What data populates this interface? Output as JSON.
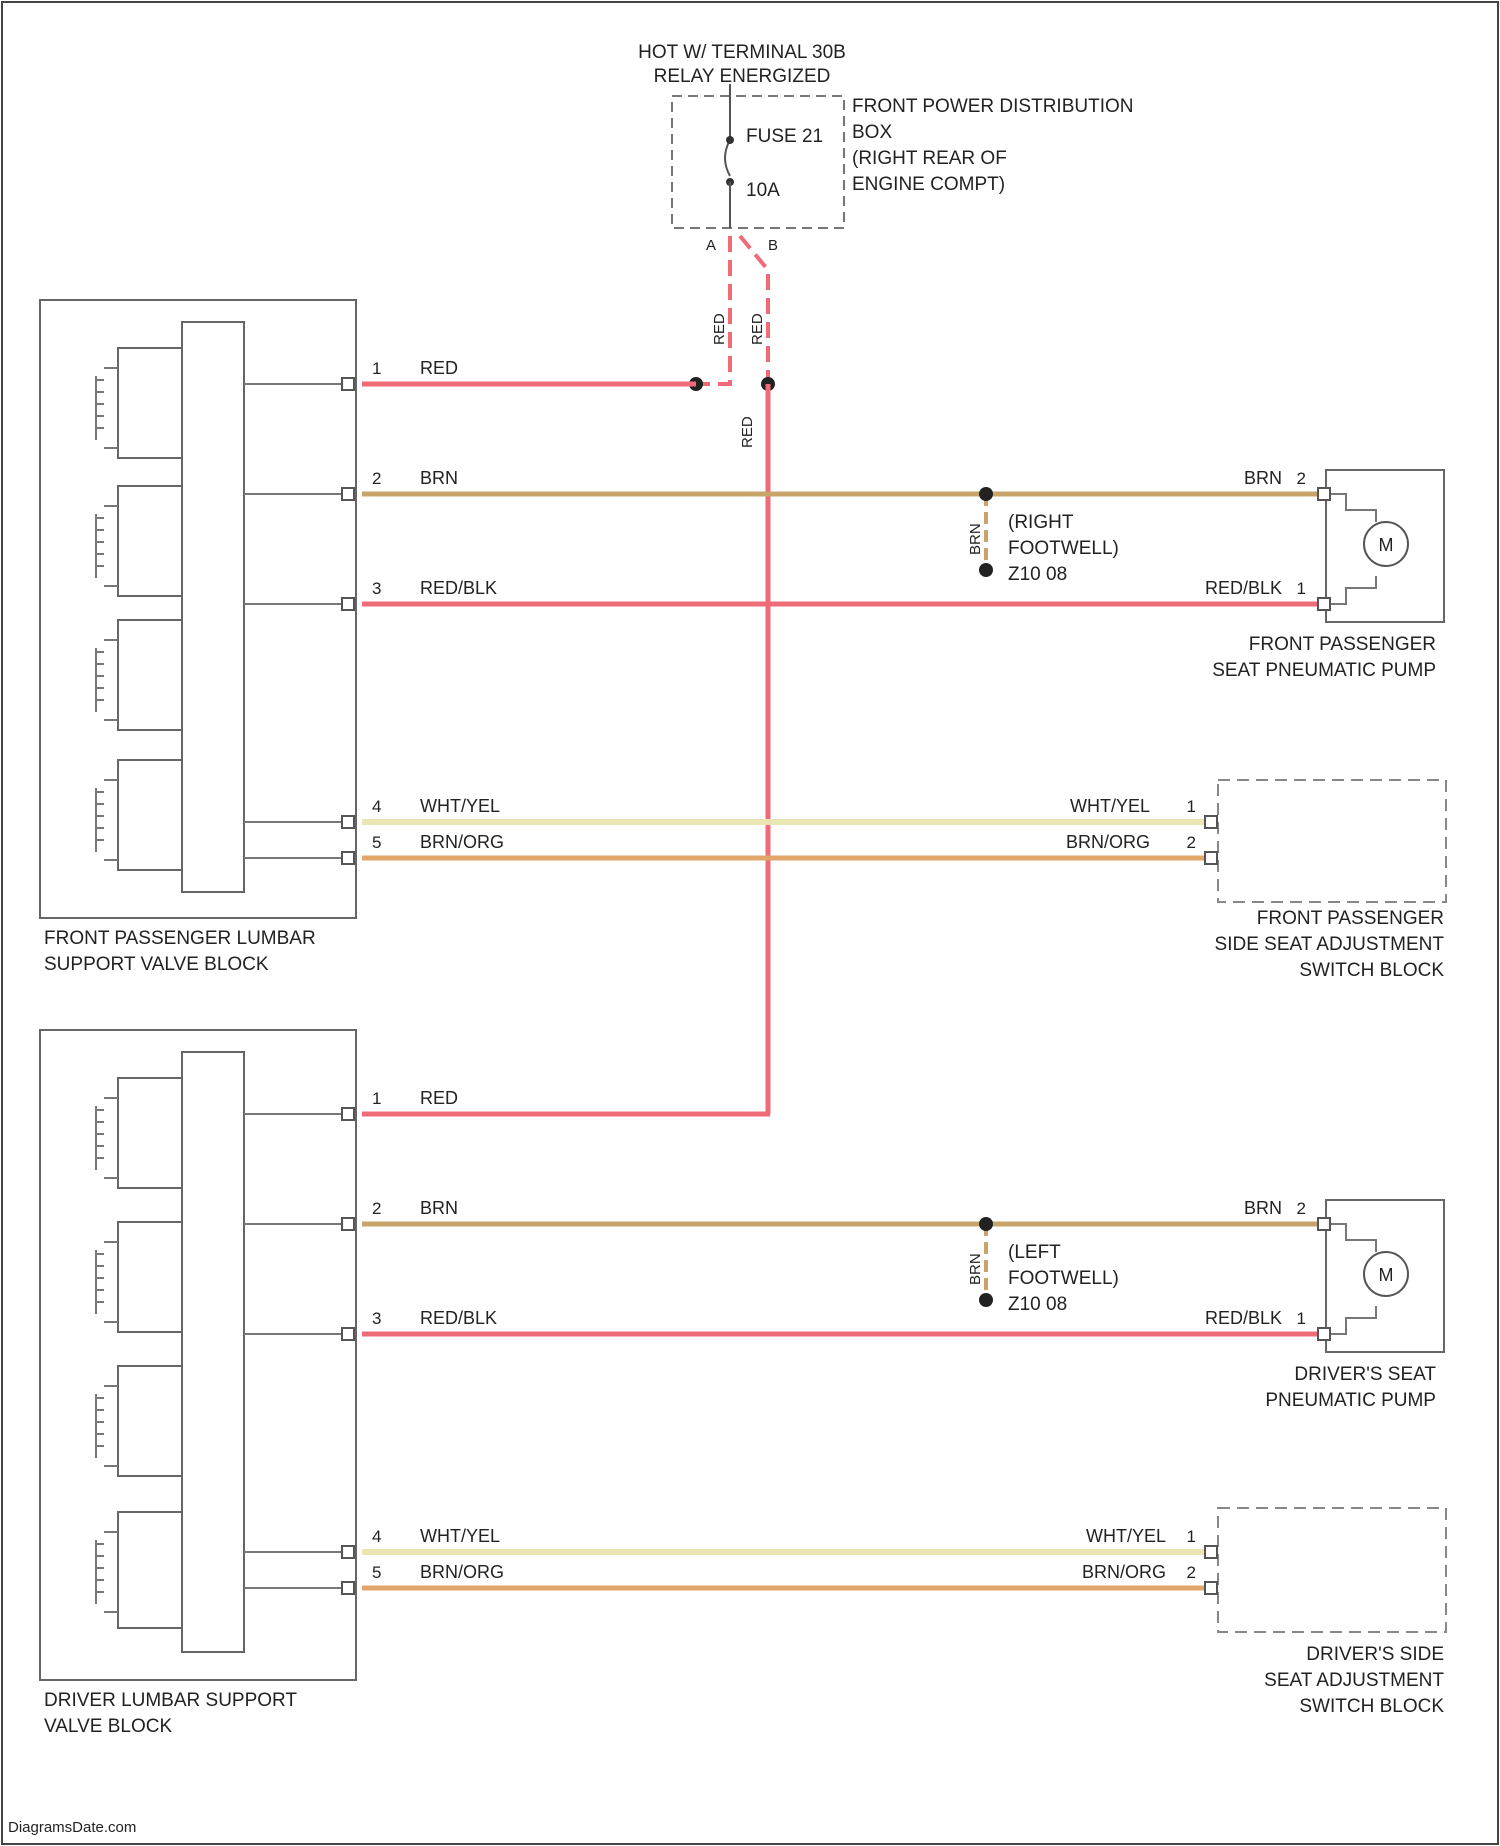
{
  "power_source": {
    "line1": "HOT W/ TERMINAL 30B",
    "line2": "RELAY ENERGIZED"
  },
  "fuse_box": {
    "name_lines": [
      "FRONT POWER DISTRIBUTION",
      "BOX",
      "(RIGHT REAR OF",
      "ENGINE COMPT)"
    ],
    "fuse_label": "FUSE 21",
    "fuse_rating": "10A",
    "branch_pins": [
      "A",
      "B"
    ],
    "branch_wire_labels": [
      "RED",
      "RED"
    ],
    "down_wire_label": "RED"
  },
  "front_passenger_block": {
    "name_lines": [
      "FRONT PASSENGER LUMBAR",
      "SUPPORT VALVE BLOCK"
    ],
    "pins": [
      {
        "num": "1",
        "wire": "RED"
      },
      {
        "num": "2",
        "wire": "BRN"
      },
      {
        "num": "3",
        "wire": "RED/BLK"
      },
      {
        "num": "4",
        "wire": "WHT/YEL"
      },
      {
        "num": "5",
        "wire": "BRN/ORG"
      }
    ]
  },
  "front_passenger_pump": {
    "name_lines": [
      "FRONT PASSENGER",
      "SEAT PNEUMATIC PUMP"
    ],
    "motor_symbol": "M",
    "pins": [
      {
        "num": "2",
        "wire": "BRN"
      },
      {
        "num": "1",
        "wire": "RED/BLK"
      }
    ]
  },
  "right_ground": {
    "wire": "BRN",
    "location_lines": [
      "(RIGHT",
      "FOOTWELL)"
    ],
    "ground_id": "Z10 08"
  },
  "front_passenger_switch": {
    "name_lines": [
      "FRONT PASSENGER",
      "SIDE SEAT ADJUSTMENT",
      "SWITCH BLOCK"
    ],
    "pins": [
      {
        "num": "1",
        "wire": "WHT/YEL"
      },
      {
        "num": "2",
        "wire": "BRN/ORG"
      }
    ]
  },
  "driver_block": {
    "name_lines": [
      "DRIVER LUMBAR SUPPORT",
      "VALVE BLOCK"
    ],
    "pins": [
      {
        "num": "1",
        "wire": "RED"
      },
      {
        "num": "2",
        "wire": "BRN"
      },
      {
        "num": "3",
        "wire": "RED/BLK"
      },
      {
        "num": "4",
        "wire": "WHT/YEL"
      },
      {
        "num": "5",
        "wire": "BRN/ORG"
      }
    ]
  },
  "driver_pump": {
    "name_lines": [
      "DRIVER'S SEAT",
      "PNEUMATIC PUMP"
    ],
    "motor_symbol": "M",
    "pins": [
      {
        "num": "2",
        "wire": "BRN"
      },
      {
        "num": "1",
        "wire": "RED/BLK"
      }
    ]
  },
  "left_ground": {
    "wire": "BRN",
    "location_lines": [
      "(LEFT",
      "FOOTWELL)"
    ],
    "ground_id": "Z10 08"
  },
  "driver_switch": {
    "name_lines": [
      "DRIVER'S SIDE",
      "SEAT ADJUSTMENT",
      "SWITCH BLOCK"
    ],
    "pins": [
      {
        "num": "1",
        "wire": "WHT/YEL"
      },
      {
        "num": "2",
        "wire": "BRN/ORG"
      }
    ]
  },
  "watermark": "DiagramsDate.com",
  "wire_colors": {
    "RED": "#f06a78",
    "BRN": "#c9a46a",
    "RED/BLK": "#ee6b78",
    "WHT/YEL": "#f4f2c8",
    "BRN/ORG": "#e2a56a"
  }
}
